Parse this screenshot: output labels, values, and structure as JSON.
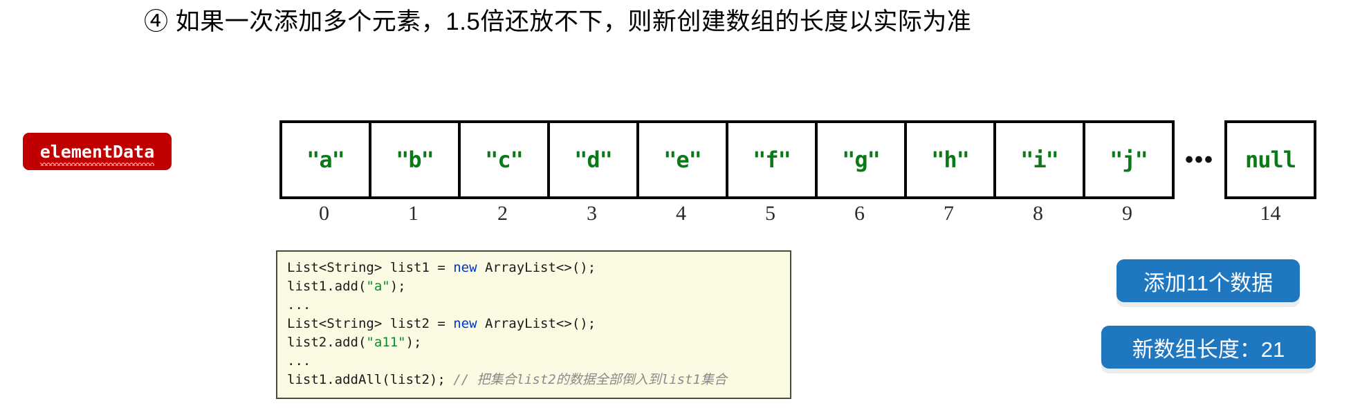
{
  "title": "④ 如果一次添加多个元素，1.5倍还放不下，则新创建数组的长度以实际为准",
  "element_data_label": {
    "text": "elementData",
    "color": "#c00000"
  },
  "array": {
    "cells": [
      {
        "value": "\"a\"",
        "index": "0"
      },
      {
        "value": "\"b\"",
        "index": "1"
      },
      {
        "value": "\"c\"",
        "index": "2"
      },
      {
        "value": "\"d\"",
        "index": "3"
      },
      {
        "value": "\"e\"",
        "index": "4"
      },
      {
        "value": "\"f\"",
        "index": "5"
      },
      {
        "value": "\"g\"",
        "index": "6"
      },
      {
        "value": "\"h\"",
        "index": "7"
      },
      {
        "value": "\"i\"",
        "index": "8"
      },
      {
        "value": "\"j\"",
        "index": "9"
      }
    ],
    "ellipsis": "•••",
    "tail_cell": {
      "value": "null",
      "index": "14"
    },
    "value_color": "#0a7a16"
  },
  "code": {
    "line1_a": "List<String> list1 = ",
    "line1_kw": "new",
    "line1_b": " ArrayList<>();",
    "line2_a": "list1.add(",
    "line2_str": "\"a\"",
    "line2_b": ");",
    "line3": "...",
    "line4_a": "List<String> list2 = ",
    "line4_kw": "new",
    "line4_b": " ArrayList<>();",
    "line5_a": "list2.add(",
    "line5_str": "\"a11\"",
    "line5_b": ");",
    "line6": "...",
    "line7_a": "list1.addAll(list2); ",
    "line7_cmt": "// 把集合list2的数据全部倒入到list1集合"
  },
  "badges": {
    "add_count": "添加11个数据",
    "new_length": "新数组长度：21",
    "color": "#1f78bf"
  }
}
